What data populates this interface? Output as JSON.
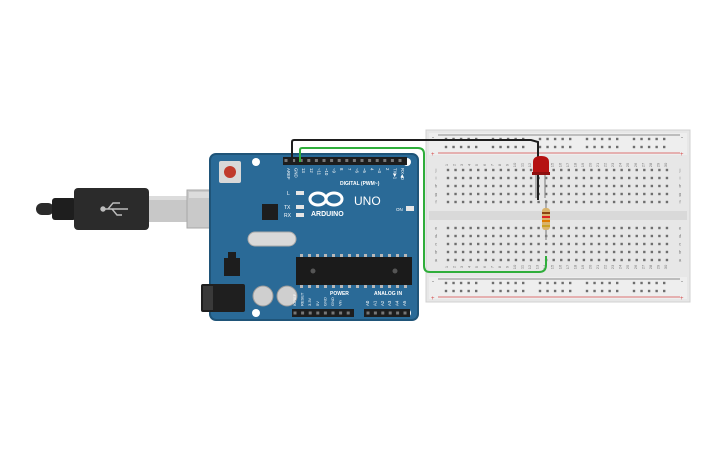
{
  "board": {
    "brand": "ARDUINO",
    "model": "UNO",
    "on_label": "ON",
    "l_label": "L",
    "tx_label": "TX",
    "rx_label": "RX",
    "digital_label": "DIGITAL (PWM~)",
    "power_label": "POWER",
    "analog_label": "ANALOG IN",
    "digital_pins": [
      "AREF",
      "GND",
      "13",
      "12",
      "~11",
      "~10",
      "~9",
      "8",
      "7",
      "~6",
      "~5",
      "4",
      "~3",
      "2",
      "TX▶1",
      "RX◀0"
    ],
    "power_pins": [
      "IOREF",
      "RESET",
      "3.3V",
      "5V",
      "GND",
      "GND",
      "Vin"
    ],
    "analog_pins": [
      "A0",
      "A1",
      "A2",
      "A3",
      "A4",
      "A5"
    ]
  },
  "breadboard": {
    "columns": [
      "1",
      "2",
      "3",
      "4",
      "5",
      "6",
      "7",
      "8",
      "9",
      "10",
      "11",
      "12",
      "13",
      "14",
      "15",
      "16",
      "17",
      "18",
      "19",
      "20",
      "21",
      "22",
      "23",
      "24",
      "25",
      "26",
      "27",
      "28",
      "29",
      "30"
    ],
    "top_rows": [
      "j",
      "i",
      "h",
      "g",
      "f"
    ],
    "bottom_rows": [
      "e",
      "d",
      "c",
      "b",
      "a"
    ],
    "rail_minus": "-",
    "rail_plus": "+"
  },
  "colors": {
    "board": "#2a6a97",
    "board_edge": "#1f5478",
    "wire_black": "#1e1e1e",
    "wire_green": "#2fae3b",
    "led": "#b51212",
    "breadboard": "#e7e7e7",
    "hole": "#6e6e6e",
    "rail_red": "#d64a4a",
    "cable": "#2b2b2b"
  }
}
